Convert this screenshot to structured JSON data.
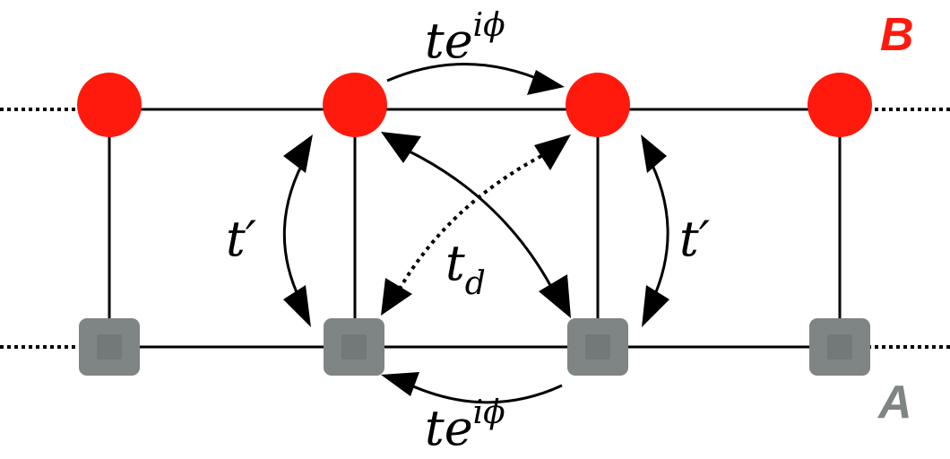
{
  "diagram": {
    "sublattice_b": {
      "label": "B",
      "color": "#ff1a0d"
    },
    "sublattice_a": {
      "label": "A",
      "color": "#7f8584"
    },
    "hopping": {
      "top": {
        "base": "te",
        "exponent": "iϕ"
      },
      "bottom": {
        "base": "te",
        "exponent": "iϕ"
      },
      "left_vertical": "t′",
      "right_vertical": "t′",
      "diagonal": {
        "base": "t",
        "subscript": "d"
      }
    },
    "site_count_per_row": 4,
    "line_color": "#000000"
  }
}
